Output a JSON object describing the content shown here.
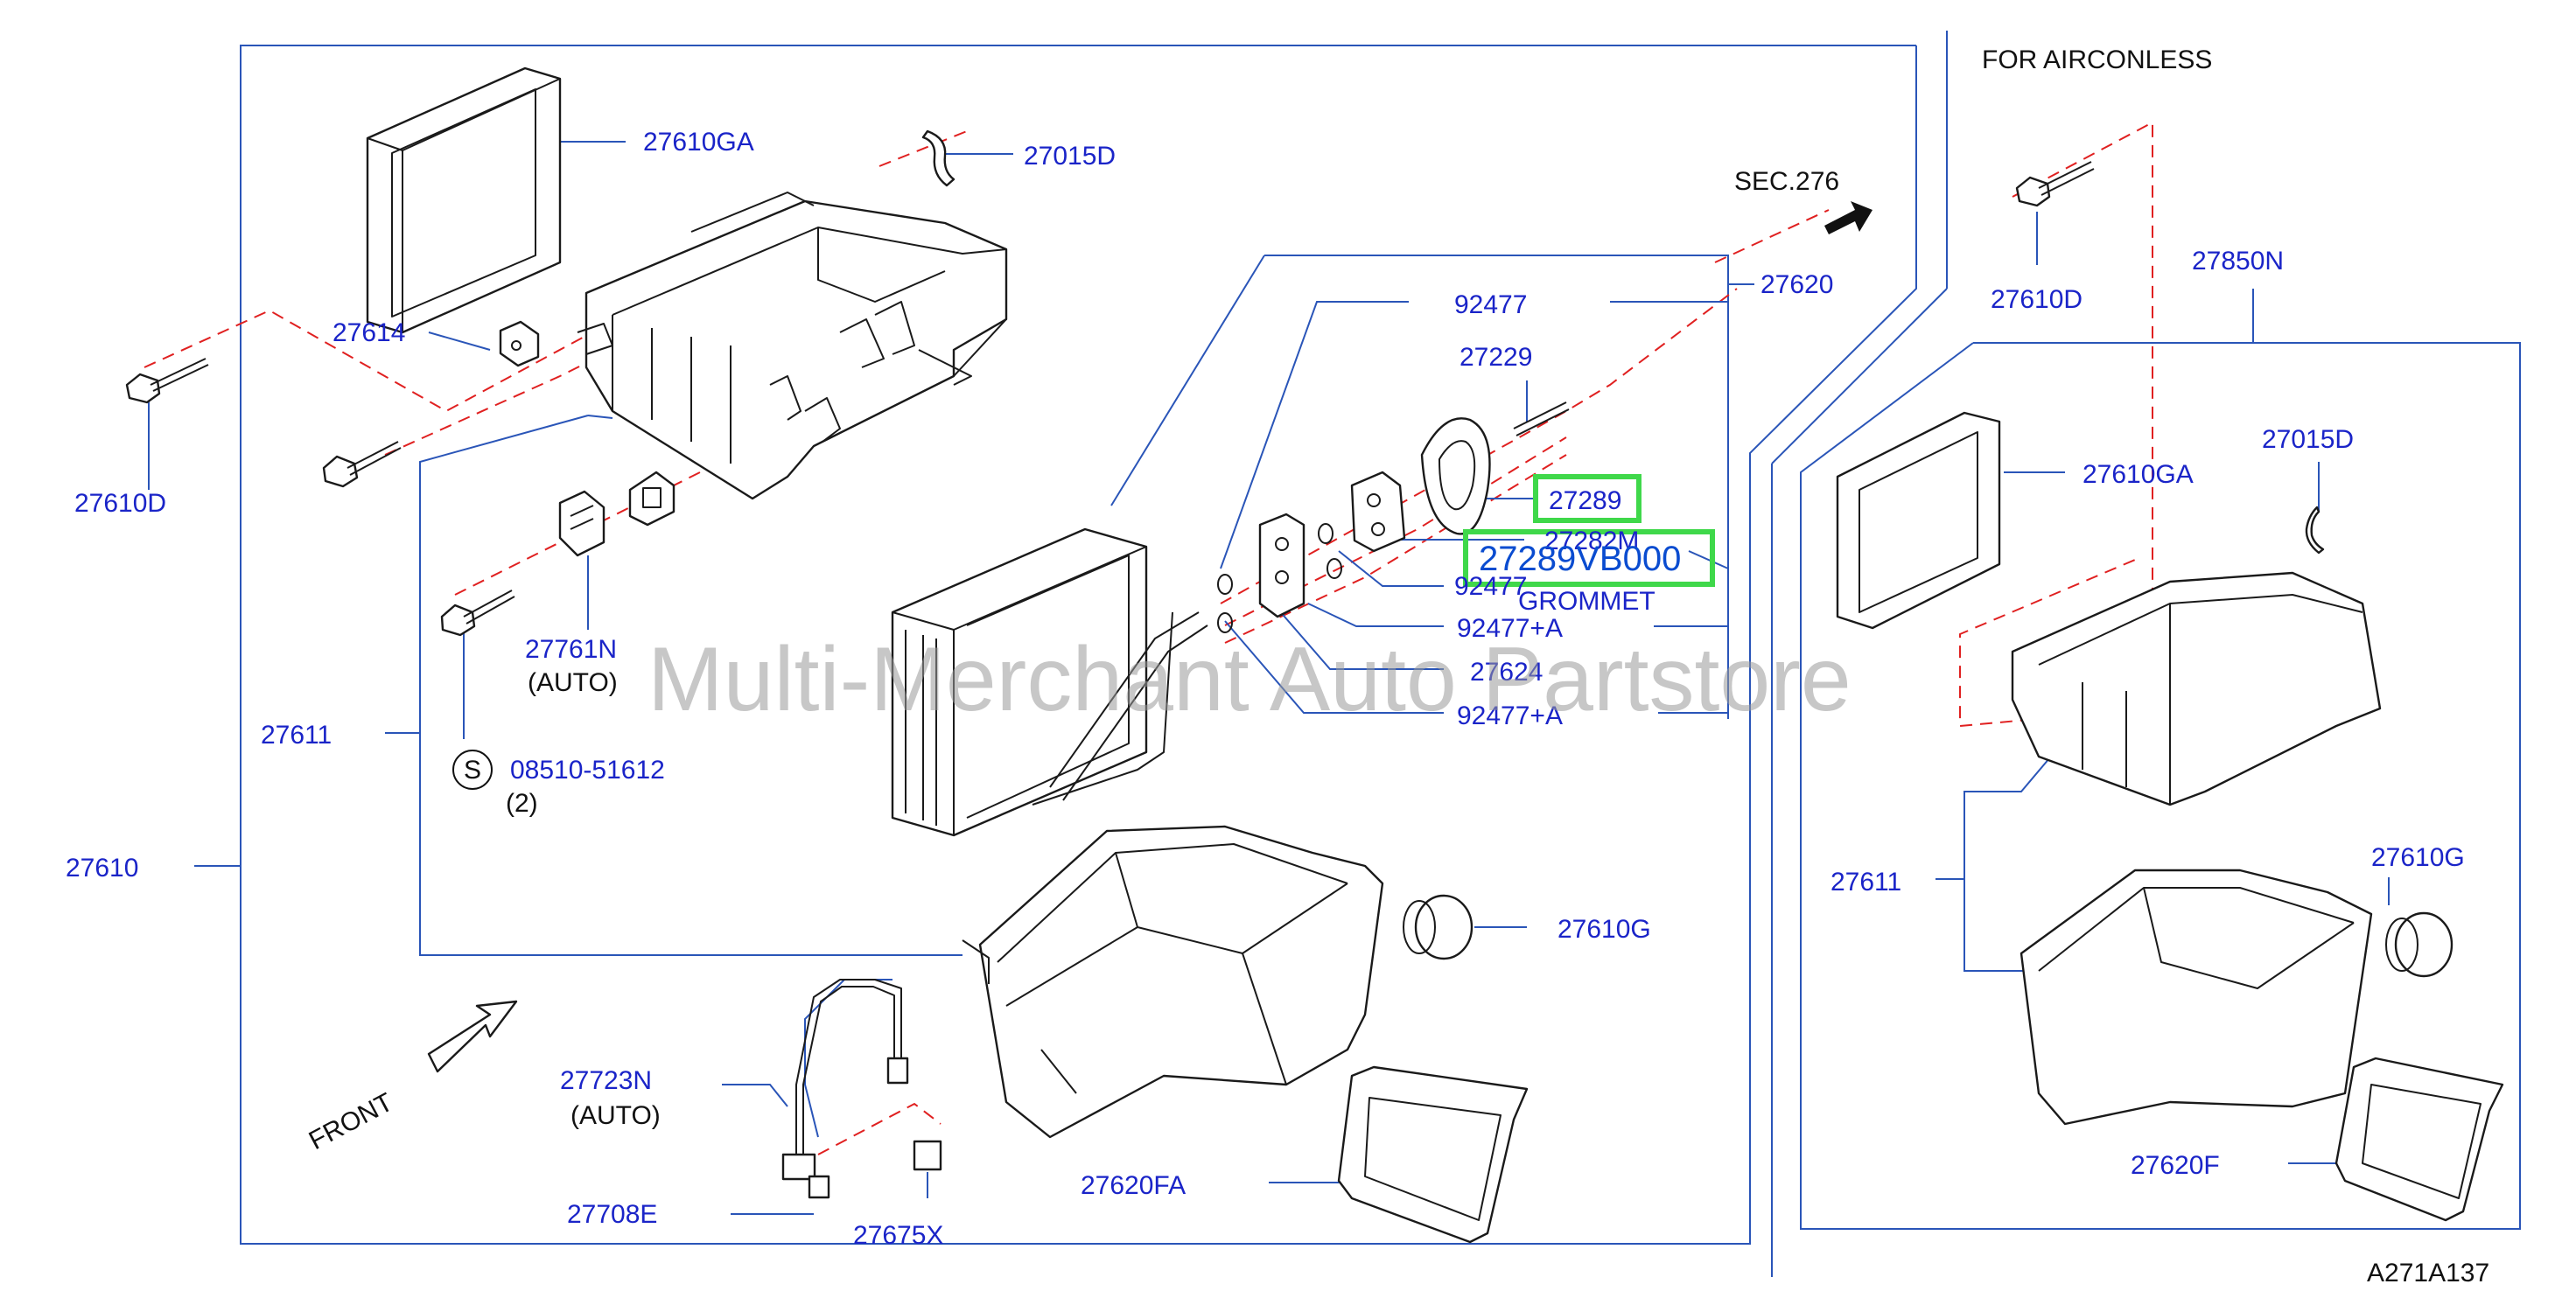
{
  "header": {
    "aircon_less": "FOR   AIRCONLESS",
    "section_ref": "SEC.276"
  },
  "labels": {
    "p27610GA": "27610GA",
    "p27015D": "27015D",
    "p27614": "27614",
    "p27610D": "27610D",
    "p27620": "27620",
    "p92477": "92477",
    "p27229": "27229",
    "p27289": "27289",
    "p27282M": "27282M",
    "p27289VB000": "27289VB000",
    "p92477b": "92477",
    "grommet": "GROMMET",
    "p92477A1": "92477+A",
    "p27624": "27624",
    "p92477A2": "92477+A",
    "p27761N": "27761N",
    "auto1": "(AUTO)",
    "p27611": "27611",
    "s_symbol": "S",
    "p08510": "08510-51612",
    "qty2": "(2)",
    "p27610": "27610",
    "p27610G": "27610G",
    "p27723N": "27723N",
    "auto2": "(AUTO)",
    "front": "FRONT",
    "p27708E": "27708E",
    "p27675X": "27675X",
    "p27620FA": "27620FA"
  },
  "right_labels": {
    "p27610D": "27610D",
    "p27850N": "27850N",
    "p27610GA": "27610GA",
    "p27015D": "27015D",
    "p27611": "27611",
    "p27610G": "27610G",
    "p27620F": "27620F"
  },
  "footer": {
    "diagram_code": "A271A137"
  },
  "watermark": "Multi-Merchant Auto Partstore",
  "colors": {
    "label": "#1a24c8",
    "frame": "#2a55b8",
    "dashed_line": "#e02020",
    "highlight": "#3fd84a"
  }
}
